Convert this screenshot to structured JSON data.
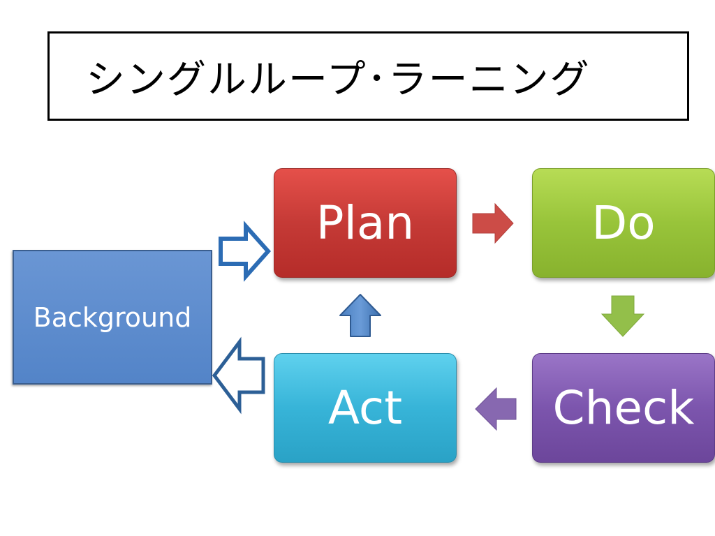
{
  "title": "シングルループ･ラーニング",
  "nodes": {
    "plan": "Plan",
    "do": "Do",
    "check": "Check",
    "act": "Act",
    "background": "Background"
  },
  "colors": {
    "plan": "#c53a36",
    "do": "#98c43a",
    "check": "#7c55ad",
    "act": "#37b4d8",
    "background": "#5384c8"
  }
}
